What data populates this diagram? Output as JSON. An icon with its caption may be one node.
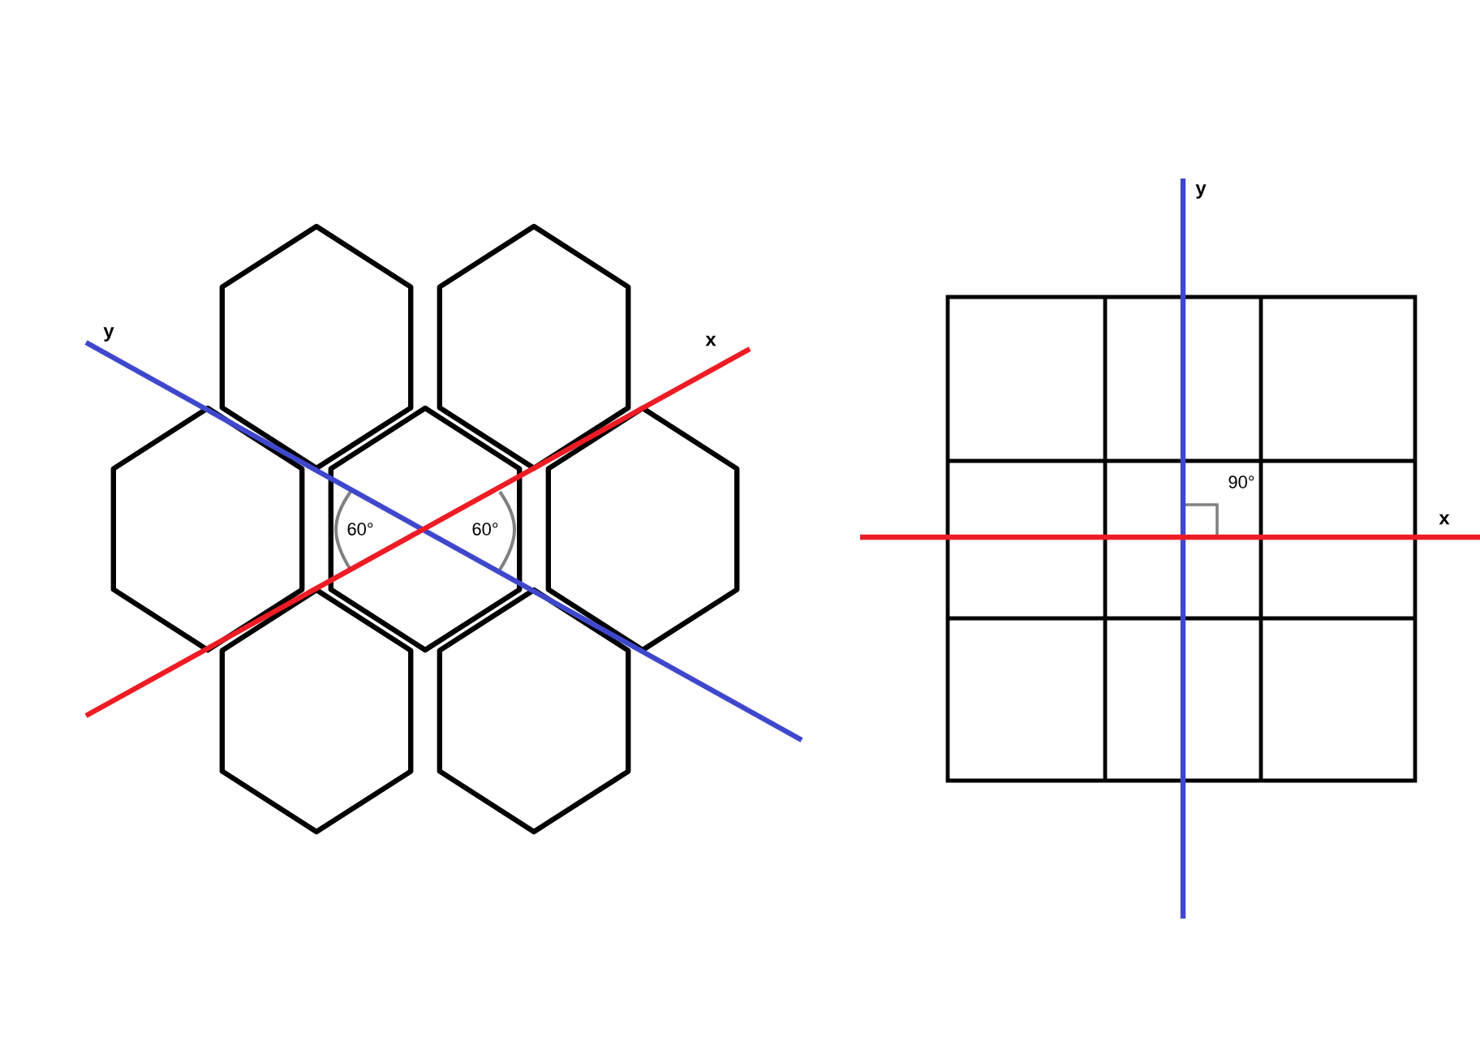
{
  "diagram": {
    "labels": [
      "y",
      "x",
      "60°",
      "60°",
      "y",
      "90°",
      "x"
    ]
  }
}
